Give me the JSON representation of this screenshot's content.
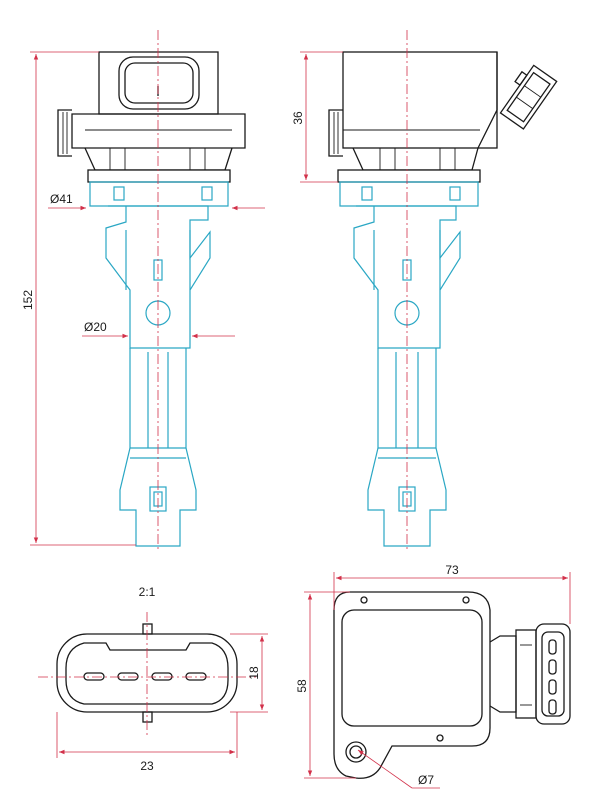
{
  "colors": {
    "outline": "#1a1a1a",
    "inner": "#2aa7c4",
    "dimension": "#d2314a"
  },
  "labels": {
    "dia_flange": "Ø41",
    "dia_body": "Ø20",
    "total_length": "152",
    "head_height": "36",
    "scale": "2:1",
    "connector_height": "18",
    "connector_width": "23",
    "top_width": "73",
    "top_depth": "58",
    "hole_dia": "Ø7"
  }
}
